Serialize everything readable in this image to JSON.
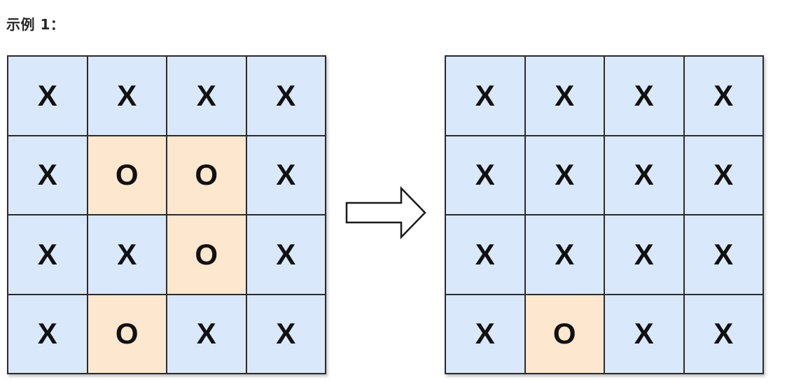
{
  "heading": "示例 1：",
  "colors": {
    "x_cell": "#dae8fc",
    "o_cell": "#fde7cf",
    "border": "#2b2b2b",
    "text": "#111111"
  },
  "input_board": [
    [
      "X",
      "X",
      "X",
      "X"
    ],
    [
      "X",
      "O",
      "O",
      "X"
    ],
    [
      "X",
      "X",
      "O",
      "X"
    ],
    [
      "X",
      "O",
      "X",
      "X"
    ]
  ],
  "output_board": [
    [
      "X",
      "X",
      "X",
      "X"
    ],
    [
      "X",
      "X",
      "X",
      "X"
    ],
    [
      "X",
      "X",
      "X",
      "X"
    ],
    [
      "X",
      "O",
      "X",
      "X"
    ]
  ],
  "arrow_icon": "right-arrow-icon"
}
